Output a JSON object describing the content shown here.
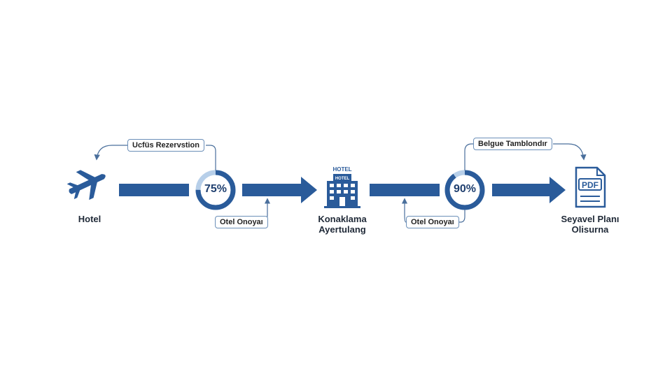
{
  "colors": {
    "primary": "#2a5b9a",
    "ring_track": "#b7cfe9",
    "callout_border": "#6b8fb8",
    "text": "#1f2937"
  },
  "nodes": [
    {
      "id": "start",
      "icon": "airplane-icon",
      "label": "Hotel"
    },
    {
      "id": "lodging",
      "icon": "hotel-building-icon",
      "label_lines": [
        "Konaklama",
        "Ayertulang"
      ],
      "sign_top": "HOTEL",
      "sign_small": "HOTEL"
    },
    {
      "id": "end",
      "icon": "pdf-document-icon",
      "label_lines": [
        "Seyavel Planı",
        "Olisurna"
      ],
      "doc_text": "PDF"
    }
  ],
  "progress": [
    {
      "id": "progress-1",
      "value": 75,
      "label": "75%"
    },
    {
      "id": "progress-2",
      "value": 90,
      "label": "90%"
    }
  ],
  "callouts": {
    "top_left": "Ucfüs Rezervstion",
    "bottom_left": "Otel Onoyaı",
    "bottom_right": "Otel Onoyaı",
    "top_right": "Belgue Tamblondır"
  }
}
